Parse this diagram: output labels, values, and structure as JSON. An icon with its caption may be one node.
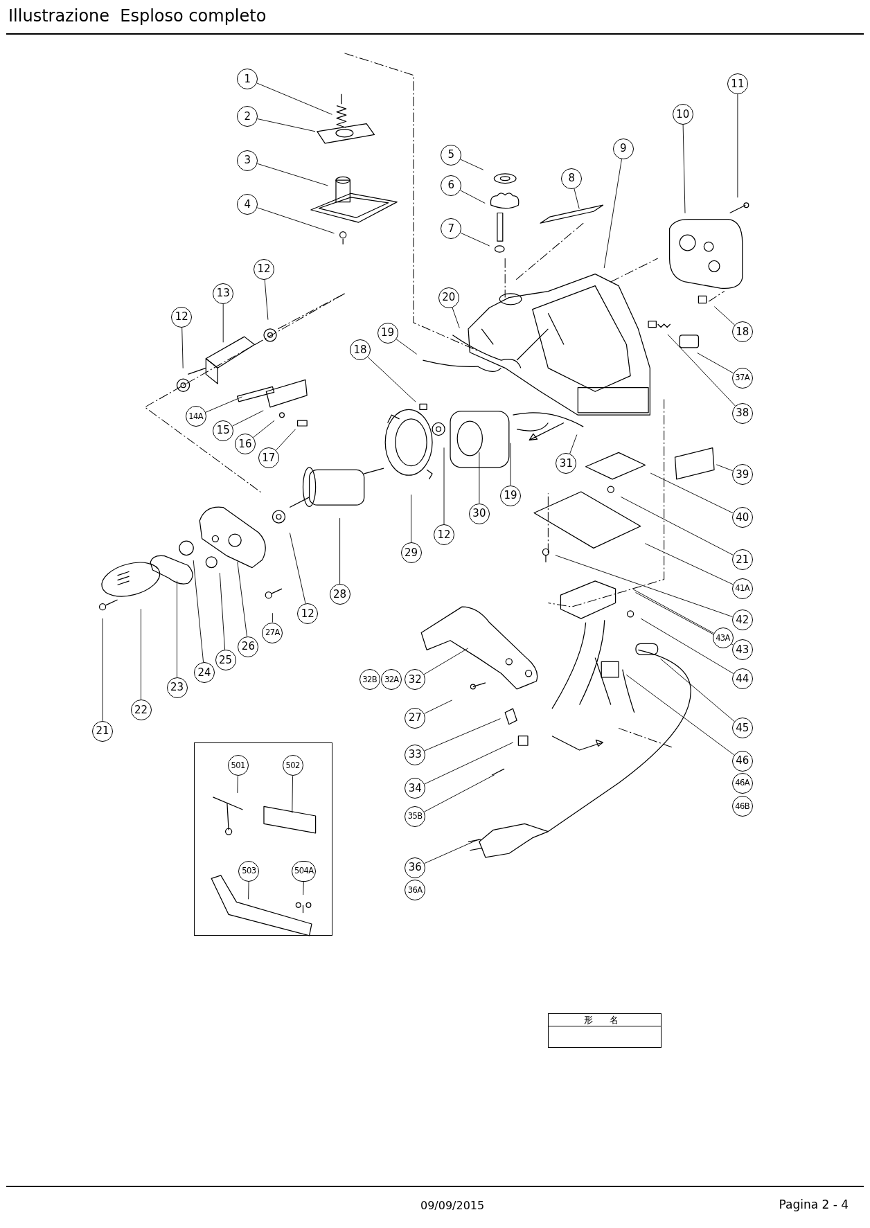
{
  "diagram": {
    "title": "Illustrazione  Esploso completo",
    "nodes": [
      {
        "text": [
          "1"
        ]
      },
      {
        "text": [
          "2"
        ]
      },
      {
        "text": [
          "3"
        ]
      },
      {
        "text": [
          "4"
        ]
      },
      {
        "text": [
          "5"
        ]
      },
      {
        "text": [
          "6"
        ]
      },
      {
        "text": [
          "7"
        ]
      },
      {
        "text": [
          "8"
        ]
      },
      {
        "text": [
          "9"
        ]
      },
      {
        "text": [
          "10"
        ]
      },
      {
        "text": [
          "11"
        ]
      },
      {
        "text": [
          "12"
        ]
      },
      {
        "text": [
          "13"
        ]
      },
      {
        "text": [
          "12"
        ]
      },
      {
        "text": [
          "14A"
        ]
      },
      {
        "text": [
          "15"
        ]
      },
      {
        "text": [
          "16"
        ]
      },
      {
        "text": [
          "17"
        ]
      },
      {
        "text": [
          "18"
        ]
      },
      {
        "text": [
          "19"
        ]
      },
      {
        "text": [
          "20"
        ]
      },
      {
        "text": [
          "18"
        ]
      },
      {
        "text": [
          "37A"
        ]
      },
      {
        "text": [
          "38"
        ]
      },
      {
        "text": [
          "39"
        ]
      },
      {
        "text": [
          "40"
        ]
      },
      {
        "text": [
          "21"
        ]
      },
      {
        "text": [
          "41A"
        ]
      },
      {
        "text": [
          "42"
        ]
      },
      {
        "text": [
          "43A"
        ]
      },
      {
        "text": [
          "43"
        ]
      },
      {
        "text": [
          "44"
        ]
      },
      {
        "text": [
          "45"
        ]
      },
      {
        "text": [
          "46"
        ]
      },
      {
        "text": [
          "46A"
        ]
      },
      {
        "text": [
          "46B"
        ]
      },
      {
        "text": [
          "29"
        ]
      },
      {
        "text": [
          "30"
        ]
      },
      {
        "text": [
          "12"
        ]
      },
      {
        "text": [
          "19"
        ]
      },
      {
        "text": [
          "31"
        ]
      },
      {
        "text": [
          "28"
        ]
      },
      {
        "text": [
          "12"
        ]
      },
      {
        "text": [
          "27A"
        ]
      },
      {
        "text": [
          "26"
        ]
      },
      {
        "text": [
          "25"
        ]
      },
      {
        "text": [
          "24"
        ]
      },
      {
        "text": [
          "23"
        ]
      },
      {
        "text": [
          "22"
        ]
      },
      {
        "text": [
          "21"
        ]
      },
      {
        "text": [
          "32B"
        ]
      },
      {
        "text": [
          "32A"
        ]
      },
      {
        "text": [
          "32"
        ]
      },
      {
        "text": [
          "27"
        ]
      },
      {
        "text": [
          "33"
        ]
      },
      {
        "text": [
          "34"
        ]
      },
      {
        "text": [
          "35B"
        ]
      },
      {
        "text": [
          "36"
        ]
      },
      {
        "text": [
          "36A"
        ]
      },
      {
        "text": [],
        "shape": "box"
      },
      {
        "text": [
          "501"
        ],
        "in": 59
      },
      {
        "text": [
          "502"
        ],
        "in": 59
      },
      {
        "text": [
          "503"
        ],
        "in": 59
      },
      {
        "text": [
          "504A"
        ],
        "in": 59
      },
      {
        "text": [
          "形 名"
        ]
      }
    ],
    "edges": [
      {
        "from": 0,
        "to": null,
        "arrow": "none"
      },
      {
        "from": 1,
        "to": null,
        "arrow": "none"
      },
      {
        "from": 2,
        "to": null,
        "arrow": "none"
      },
      {
        "from": 3,
        "to": null,
        "arrow": "none"
      },
      {
        "from": 4,
        "to": null,
        "arrow": "none"
      },
      {
        "from": 5,
        "to": null,
        "arrow": "none"
      },
      {
        "from": 6,
        "to": null,
        "arrow": "none"
      },
      {
        "from": 7,
        "to": null,
        "arrow": "none"
      },
      {
        "from": 8,
        "to": null,
        "arrow": "none"
      },
      {
        "from": 9,
        "to": null,
        "arrow": "none"
      },
      {
        "from": 10,
        "to": null,
        "arrow": "none"
      },
      {
        "from": 11,
        "to": null,
        "arrow": "none"
      },
      {
        "from": 12,
        "to": null,
        "arrow": "none"
      },
      {
        "from": 13,
        "to": null,
        "arrow": "none"
      },
      {
        "from": 14,
        "to": null,
        "arrow": "none"
      },
      {
        "from": 15,
        "to": null,
        "arrow": "none"
      },
      {
        "from": 16,
        "to": null,
        "arrow": "none"
      },
      {
        "from": 17,
        "to": null,
        "arrow": "none"
      },
      {
        "from": 18,
        "to": null,
        "arrow": "none"
      },
      {
        "from": 19,
        "to": null,
        "arrow": "none"
      },
      {
        "from": 20,
        "to": null,
        "arrow": "none"
      },
      {
        "from": 21,
        "to": null,
        "arrow": "none"
      },
      {
        "from": 22,
        "to": null,
        "arrow": "none"
      },
      {
        "from": 23,
        "to": null,
        "arrow": "none"
      },
      {
        "from": 24,
        "to": null,
        "arrow": "none"
      },
      {
        "from": 25,
        "to": null,
        "arrow": "none"
      },
      {
        "from": 26,
        "to": null,
        "arrow": "none"
      },
      {
        "from": 27,
        "to": null,
        "arrow": "none"
      },
      {
        "from": 28,
        "to": null,
        "arrow": "none"
      },
      {
        "from": 29,
        "to": null,
        "arrow": "none"
      },
      {
        "from": 30,
        "to": null,
        "arrow": "none"
      },
      {
        "from": 31,
        "to": null,
        "arrow": "none"
      },
      {
        "from": 32,
        "to": null,
        "arrow": "none"
      },
      {
        "from": 33,
        "to": null,
        "arrow": "none"
      },
      {
        "from": 36,
        "to": null,
        "arrow": "none"
      },
      {
        "from": 37,
        "to": null,
        "arrow": "none"
      },
      {
        "from": 38,
        "to": null,
        "arrow": "none"
      },
      {
        "from": 39,
        "to": null,
        "arrow": "none"
      },
      {
        "from": 40,
        "to": null,
        "arrow": "none"
      },
      {
        "from": 41,
        "to": null,
        "arrow": "none"
      },
      {
        "from": 42,
        "to": null,
        "arrow": "none"
      },
      {
        "from": 43,
        "to": null,
        "arrow": "none"
      },
      {
        "from": 44,
        "to": null,
        "arrow": "none"
      },
      {
        "from": 45,
        "to": null,
        "arrow": "none"
      },
      {
        "from": 46,
        "to": null,
        "arrow": "none"
      },
      {
        "from": 47,
        "to": null,
        "arrow": "none"
      },
      {
        "from": 48,
        "to": null,
        "arrow": "none"
      },
      {
        "from": 49,
        "to": null,
        "arrow": "none"
      },
      {
        "from": 52,
        "to": null,
        "arrow": "none"
      },
      {
        "from": 53,
        "to": null,
        "arrow": "none"
      },
      {
        "from": 54,
        "to": null,
        "arrow": "none"
      },
      {
        "from": 55,
        "to": null,
        "arrow": "none"
      },
      {
        "from": 56,
        "to": null,
        "arrow": "none"
      },
      {
        "from": 57,
        "to": null,
        "arrow": "none"
      },
      {
        "from": 60,
        "to": null,
        "arrow": "none"
      },
      {
        "from": 61,
        "to": null,
        "arrow": "none"
      },
      {
        "from": 62,
        "to": null,
        "arrow": "none"
      },
      {
        "from": 63,
        "to": null,
        "arrow": "none"
      }
    ],
    "labels": [
      "09/09/2015",
      "Pagina 2 - 4"
    ]
  }
}
